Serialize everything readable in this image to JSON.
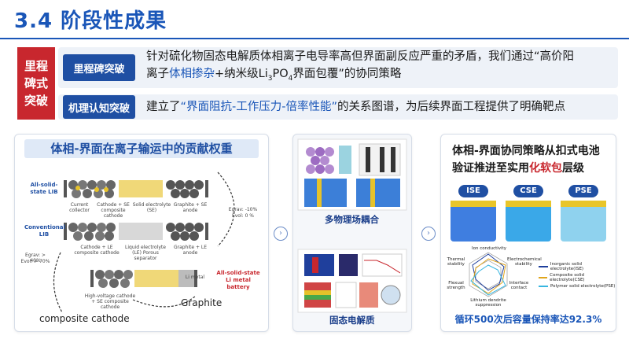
{
  "title": "3.4 阶段性成果",
  "milestone_box": "里程\n碑式\n突破",
  "rows": [
    {
      "label": "里程碑突破",
      "text_a": "针对硫化物固态电解质体相离子电导率高但界面副反应严重的矛盾，我们通过“高价阳",
      "text_b1": "离子",
      "text_b_hl": "体相掺杂",
      "text_b2": "+纳米级Li",
      "sub3": "3",
      "po": "PO",
      "sub4": "4",
      "text_b3": "界面包覆”的协同策略"
    },
    {
      "label": "机理认知突破",
      "text_a": "建立了",
      "text_hl": "“界面阻抗-工作压力-倍率性能”",
      "text_b": "的关系图谱，为后续界面工程提供了明确靶点"
    }
  ],
  "panel1": {
    "title": "体相-界面在离子输运中的贡献权重",
    "lib_solid": "All-solid-state LIB",
    "lib_conv": "Conventional LIB",
    "lib_solid_metal": "All-solid-state Li metal battery",
    "labels_row1": [
      "Current collector",
      "Cathode + SE composite cathode",
      "Solid electrolyte (SE)",
      "Graphite + SE anode"
    ],
    "labels_row2": [
      "Cathode + LE composite cathode",
      "Liquid electrolyte (LE) Porous separator",
      "Graphite + LE anode"
    ],
    "labels_row3": [
      "High-voltage cathode + SE composite cathode",
      "Li metal"
    ],
    "e_grav1": "Egrav: -10%",
    "e_vol1": "Evol: 0 %",
    "e_grav2": "Egrav: > 40%",
    "e_vol2": "Evol: > 70%",
    "composite_cathode": "composite cathode",
    "graphite": "Graphite"
  },
  "panel2": {
    "label_a": "多物理场耦合",
    "label_b": "固态电解质"
  },
  "panel3": {
    "title_a": "体相-界面协同策略从扣式电池验证推进至实用",
    "title_hl": "化软包",
    "title_b": "层级",
    "cells": [
      "ISE",
      "CSE",
      "PSE"
    ],
    "radar_labels": [
      "Ion conductivity",
      "Electrochemical stability",
      "Interface contact",
      "Lithium dendrite suppression",
      "Flexual strength",
      "Thermal stability"
    ],
    "legend": [
      {
        "name": "Inorganic solid electrolyte(ISE)",
        "color": "#1f3f9c"
      },
      {
        "name": "Composite solid electrolyte(CSE)",
        "color": "#e0a51c"
      },
      {
        "name": "Polymer solid electrolyte(PSE)",
        "color": "#38b6e0"
      }
    ],
    "cycle_text": "循环500次后容量保持率达92.3%"
  }
}
